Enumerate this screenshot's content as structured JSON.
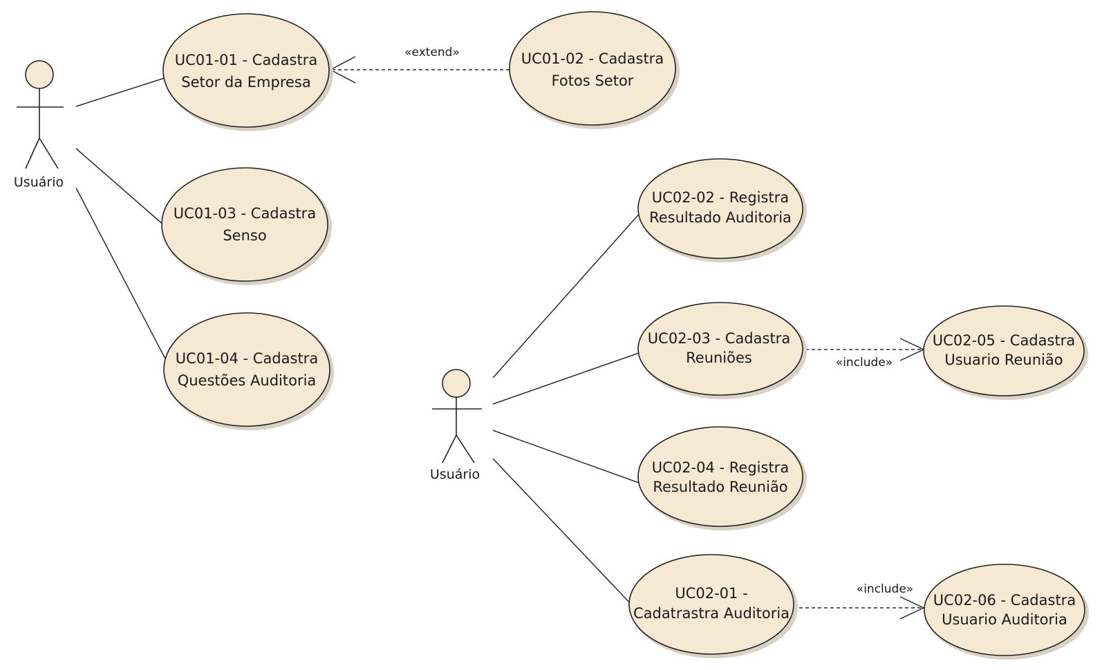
{
  "actors": [
    {
      "id": "actor1",
      "label": "Usuário"
    },
    {
      "id": "actor2",
      "label": "Usuário"
    }
  ],
  "use_cases": [
    {
      "id": "uc01-01",
      "lines": [
        "UC01-01 - Cadastra",
        "Setor da Empresa"
      ]
    },
    {
      "id": "uc01-02",
      "lines": [
        "UC01-02 - Cadastra",
        "Fotos Setor"
      ]
    },
    {
      "id": "uc01-03",
      "lines": [
        "UC01-03 - Cadastra",
        "Senso"
      ]
    },
    {
      "id": "uc01-04",
      "lines": [
        "UC01-04 - Cadastra",
        "Questões Auditoria"
      ]
    },
    {
      "id": "uc02-02",
      "lines": [
        "UC02-02 - Registra",
        "Resultado Auditoria"
      ]
    },
    {
      "id": "uc02-03",
      "lines": [
        "UC02-03 - Cadastra",
        "Reuniões"
      ]
    },
    {
      "id": "uc02-04",
      "lines": [
        "UC02-04 - Registra",
        "Resultado Reunião"
      ]
    },
    {
      "id": "uc02-01",
      "lines": [
        "UC02-01 -",
        "Cadatrastra Auditoria"
      ]
    },
    {
      "id": "uc02-05",
      "lines": [
        "UC02-05 - Cadastra",
        "Usuario Reunião"
      ]
    },
    {
      "id": "uc02-06",
      "lines": [
        "UC02-06 - Cadastra",
        "Usuario Auditoria"
      ]
    }
  ],
  "relationships": [
    {
      "id": "rel-extend",
      "from": "uc01-02",
      "to": "uc01-01",
      "stereotype": "«extend»"
    },
    {
      "id": "rel-include-1",
      "from": "uc02-03",
      "to": "uc02-05",
      "stereotype": "«include»"
    },
    {
      "id": "rel-include-2",
      "from": "uc02-01",
      "to": "uc02-06",
      "stereotype": "«include»"
    }
  ],
  "associations": [
    {
      "from": "actor1",
      "to": "uc01-01"
    },
    {
      "from": "actor1",
      "to": "uc01-03"
    },
    {
      "from": "actor1",
      "to": "uc01-04"
    },
    {
      "from": "actor2",
      "to": "uc02-02"
    },
    {
      "from": "actor2",
      "to": "uc02-03"
    },
    {
      "from": "actor2",
      "to": "uc02-04"
    },
    {
      "from": "actor2",
      "to": "uc02-01"
    }
  ],
  "colors": {
    "use_case_fill": "#f5e9d3",
    "stroke": "#222222",
    "background": "#ffffff"
  }
}
